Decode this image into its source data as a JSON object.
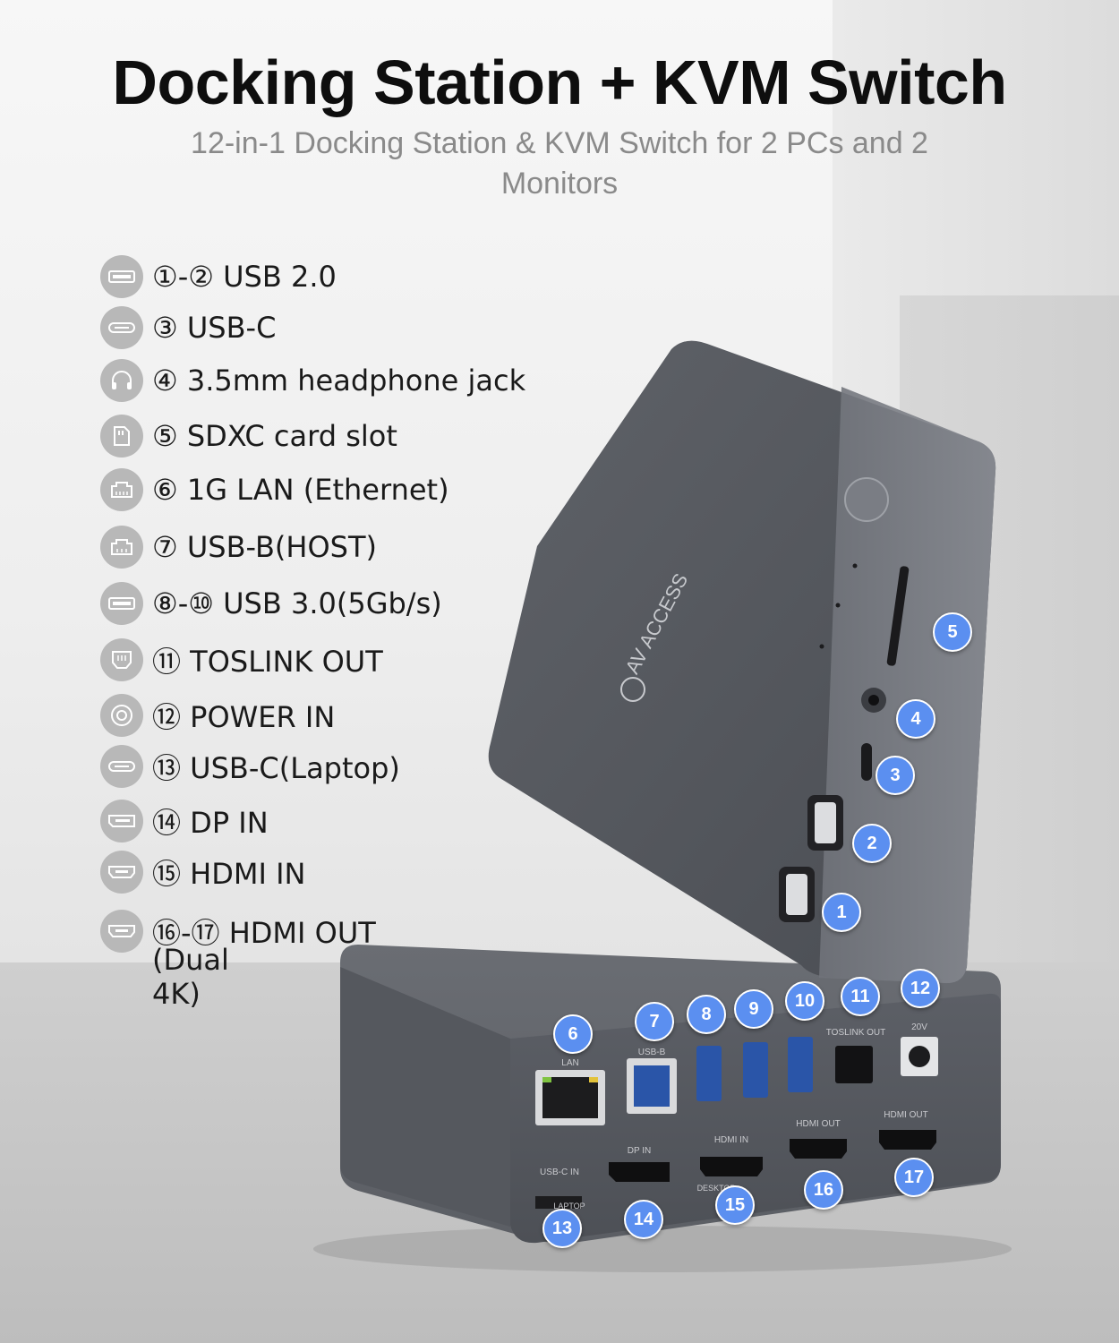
{
  "header": {
    "title": "Docking Station + KVM Switch",
    "subtitle": "12-in-1 Docking Station & KVM Switch for 2 PCs and 2 Monitors"
  },
  "features": [
    {
      "label": "①-② USB 2.0",
      "icon": "usb-a-icon"
    },
    {
      "label": "③ USB-C",
      "icon": "usb-c-icon"
    },
    {
      "label": "④ 3.5mm headphone jack",
      "icon": "headphone-icon"
    },
    {
      "label": "⑤ SDXC card slot",
      "icon": "sd-card-icon"
    },
    {
      "label": "⑥ 1G LAN (Ethernet)",
      "icon": "ethernet-icon"
    },
    {
      "label": "⑦ USB-B(HOST)",
      "icon": "usb-b-icon"
    },
    {
      "label": "⑧-⑩ USB 3.0(5Gb/s)",
      "icon": "usb-a-icon"
    },
    {
      "label": "⑪ TOSLINK OUT",
      "icon": "toslink-icon"
    },
    {
      "label": "⑫ POWER IN",
      "icon": "power-in-icon"
    },
    {
      "label": "⑬ USB-C(Laptop)",
      "icon": "usb-c-icon"
    },
    {
      "label": "⑭ DP IN",
      "icon": "displayport-icon"
    },
    {
      "label": "⑮ HDMI IN",
      "icon": "hdmi-icon"
    },
    {
      "label": "⑯-⑰ HDMI OUT",
      "icon": "hdmi-icon"
    }
  ],
  "features_note": "(Dual 4K)",
  "device": {
    "brand": "AV ACCESS",
    "port_labels": {
      "lan": "LAN",
      "usb_b": "USB-B",
      "usb_c_in": "USB-C IN",
      "laptop": "LAPTOP",
      "dp_in": "DP IN",
      "hdmi_in": "HDMI IN",
      "desktop": "DESKTOP",
      "hdmi_out1": "HDMI OUT",
      "hdmi_out2": "HDMI OUT",
      "toslink": "TOSLINK OUT",
      "power": "20V"
    },
    "badges": [
      "1",
      "2",
      "3",
      "4",
      "5",
      "6",
      "7",
      "8",
      "9",
      "10",
      "11",
      "12",
      "13",
      "14",
      "15",
      "16",
      "17"
    ]
  }
}
